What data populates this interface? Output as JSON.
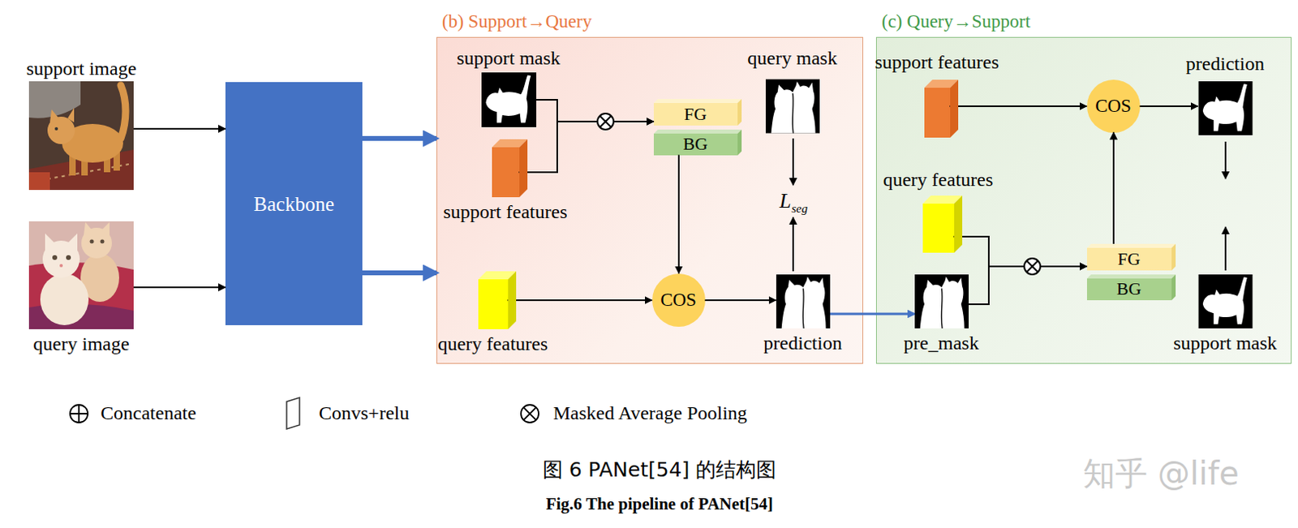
{
  "diagram": {
    "caption": "图 6 PANet[54] 的结构图",
    "nodes": [
      {
        "text": [
          "support image"
        ]
      },
      {
        "text": [
          "query image"
        ]
      },
      {
        "text": [
          "Backbone"
        ]
      },
      {
        "text": [
          "(b) Support→Query"
        ]
      },
      {
        "text": [
          "support mask"
        ],
        "in": 3
      },
      {
        "text": [
          "support features"
        ],
        "in": 3
      },
      {
        "text": [
          "FG"
        ],
        "in": 3
      },
      {
        "text": [
          "BG"
        ],
        "in": 3
      },
      {
        "text": [
          "query mask"
        ],
        "in": 3
      },
      {
        "text": [
          "query features"
        ],
        "in": 3
      },
      {
        "text": [
          "COS"
        ],
        "in": 3
      },
      {
        "text": [
          "prediction"
        ],
        "in": 3
      },
      {
        "text": [
          "(c) Query→Support"
        ]
      },
      {
        "text": [
          "support features"
        ],
        "in": 12
      },
      {
        "text": [
          "COS"
        ],
        "in": 12
      },
      {
        "text": [
          "prediction"
        ],
        "in": 12
      },
      {
        "text": [
          "query features"
        ],
        "in": 12
      },
      {
        "text": [
          "FG"
        ],
        "in": 12
      },
      {
        "text": [
          "BG"
        ],
        "in": 12
      },
      {
        "text": [
          "pre_mask"
        ],
        "in": 12
      },
      {
        "text": [
          "support mask"
        ],
        "in": 12
      }
    ],
    "edges": [
      {
        "from": 0,
        "to": 2,
        "arrow": "to"
      },
      {
        "from": 1,
        "to": 2,
        "arrow": "to"
      },
      {
        "from": 2,
        "to": 3,
        "arrow": "to"
      },
      {
        "from": 2,
        "to": 3,
        "arrow": "to"
      },
      {
        "from": 4,
        "to": 6,
        "arrow": "to"
      },
      {
        "from": 5,
        "to": 6,
        "arrow": "to"
      },
      {
        "from": 7,
        "to": 10,
        "arrow": "to"
      },
      {
        "from": 9,
        "to": 10,
        "arrow": "to"
      },
      {
        "from": 10,
        "to": 11,
        "arrow": "to"
      },
      {
        "from": 11,
        "to": 19,
        "arrow": "to"
      },
      {
        "from": 13,
        "to": 14,
        "arrow": "to"
      },
      {
        "from": 14,
        "to": 15,
        "arrow": "to"
      },
      {
        "from": 16,
        "to": 17,
        "arrow": "to"
      },
      {
        "from": 19,
        "to": 17,
        "arrow": "to"
      },
      {
        "from": 17,
        "to": 14,
        "arrow": "to"
      }
    ],
    "labels": [
      "L",
      "seg",
      "Fig.6 The pipeline of PANet[54]",
      "知乎 @life"
    ],
    "legend": [
      {
        "text": "Concatenate"
      },
      {
        "text": "Convs+relu"
      },
      {
        "text": "Masked Average Pooling"
      }
    ]
  }
}
